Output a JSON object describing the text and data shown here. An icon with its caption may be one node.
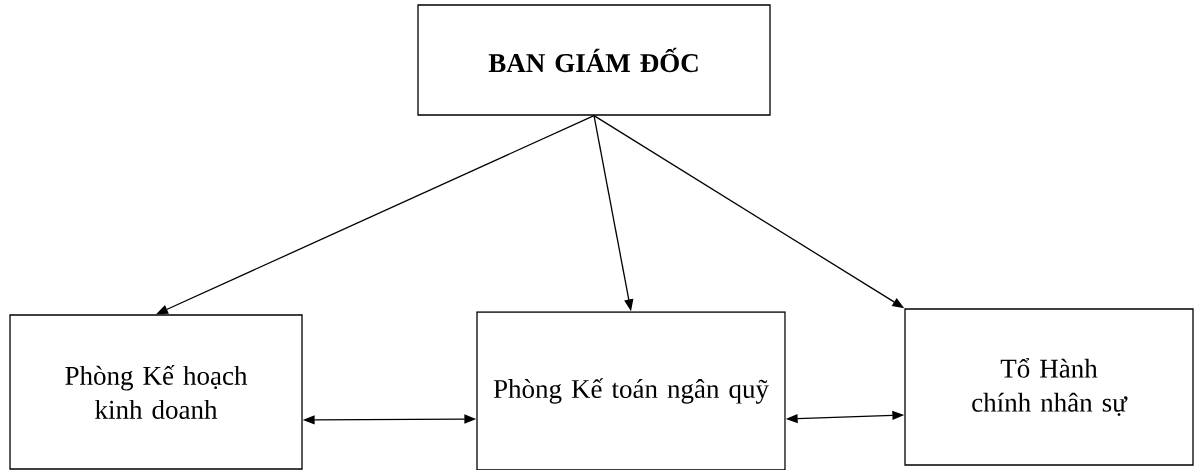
{
  "diagram": {
    "nodes": [
      {
        "text": [
          "BAN GIÁM ĐỐC"
        ]
      },
      {
        "text": [
          "Phòng Kế hoạch kinh doanh"
        ]
      },
      {
        "text": [
          "Phòng Kế toán ngân quỹ"
        ]
      },
      {
        "text": [
          "Tổ Hành chính nhân sự"
        ]
      }
    ],
    "edges": [
      {
        "from": 0,
        "to": 1,
        "arrow": "to"
      },
      {
        "from": 0,
        "to": 2,
        "arrow": "to"
      },
      {
        "from": 0,
        "to": 3,
        "arrow": "to"
      },
      {
        "from": 1,
        "to": 2,
        "arrow": "both"
      },
      {
        "from": 2,
        "to": 3,
        "arrow": "both"
      }
    ]
  }
}
